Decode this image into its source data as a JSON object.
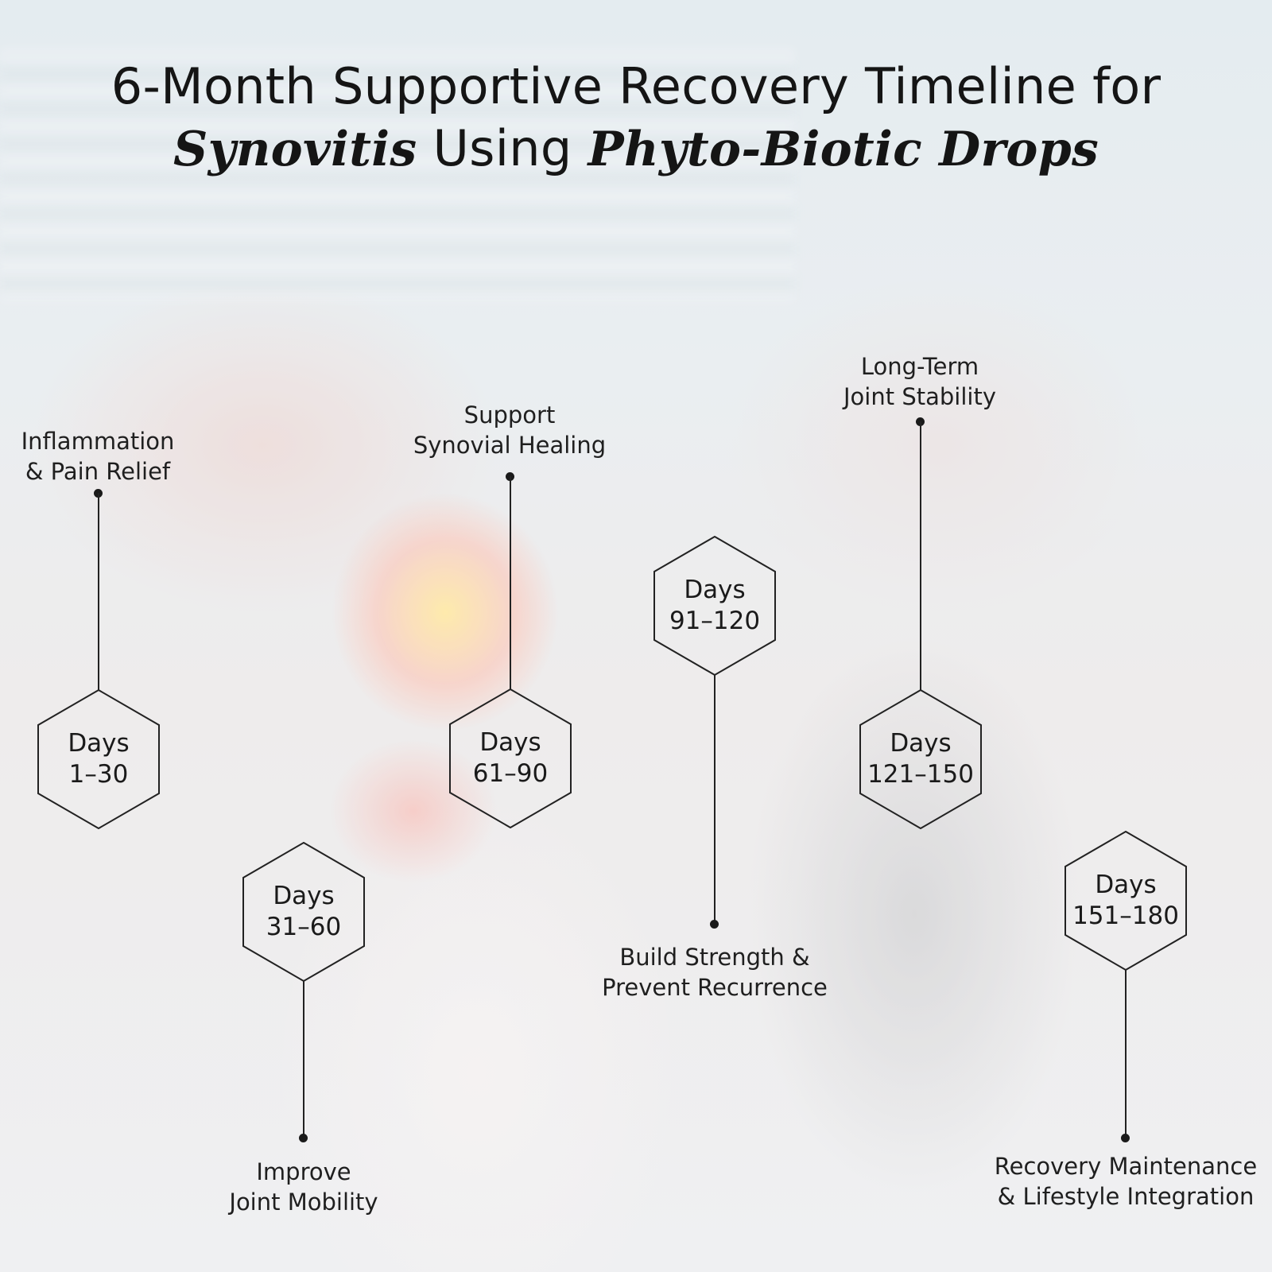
{
  "title": {
    "line1": "6-Month Supportive Recovery Timeline for",
    "line2_italic_a": "Synovitis",
    "line2_plain": " Using ",
    "line2_italic_b": "Phyto-Biotic Drops"
  },
  "phases": [
    {
      "days_word": "Days",
      "range": "1–30",
      "label_line1": "Inflammation",
      "label_line2": "& Pain Relief"
    },
    {
      "days_word": "Days",
      "range": "31–60",
      "label_line1": "Improve",
      "label_line2": "Joint Mobility"
    },
    {
      "days_word": "Days",
      "range": "61–90",
      "label_line1": "Support",
      "label_line2": "Synovial Healing"
    },
    {
      "days_word": "Days",
      "range": "91–120",
      "label_line1": "Build Strength &",
      "label_line2": "Prevent Recurrence"
    },
    {
      "days_word": "Days",
      "range": "121–150",
      "label_line1": "Long-Term",
      "label_line2": "Joint Stability"
    },
    {
      "days_word": "Days",
      "range": "151–180",
      "label_line1": "Recovery Maintenance",
      "label_line2": "& Lifestyle Integration"
    }
  ]
}
